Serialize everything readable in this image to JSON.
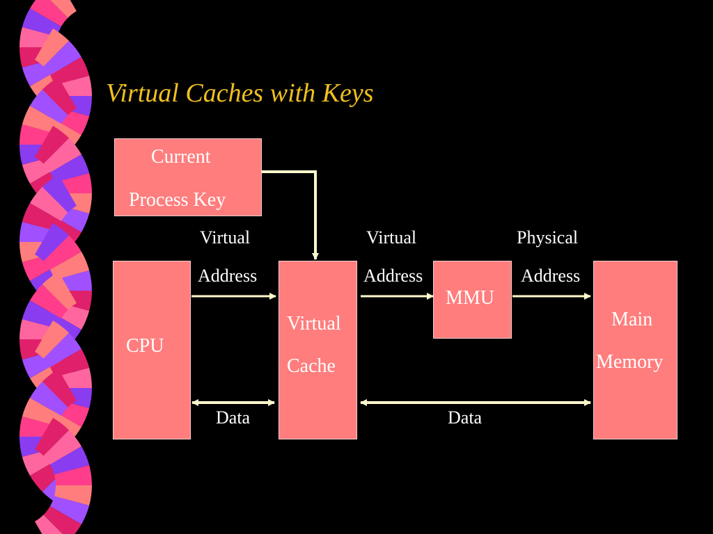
{
  "slide": {
    "title": "Virtual Caches with Keys",
    "colors": {
      "background": "#000000",
      "title": "#f0c020",
      "box_fill": "#ff7d7d",
      "arrow": "#fffacd",
      "text": "#ffffff"
    }
  },
  "diagram": {
    "key_box": {
      "line1": "Current",
      "line2": "Process Key"
    },
    "cpu": {
      "label": "CPU"
    },
    "cache": {
      "line1": "Virtual",
      "line2": "Cache"
    },
    "mmu": {
      "label": "MMU"
    },
    "memory": {
      "line1": "Main",
      "line2": "Memory"
    },
    "labels": {
      "va1_line1": "Virtual",
      "va1_line2": "Address",
      "va2_line1": "Virtual",
      "va2_line2": "Address",
      "pa_line1": "Physical",
      "pa_line2": "Address",
      "data1": "Data",
      "data2": "Data"
    },
    "decoration": {
      "left_ribbon": "pinwheel-ribbon-border"
    }
  }
}
